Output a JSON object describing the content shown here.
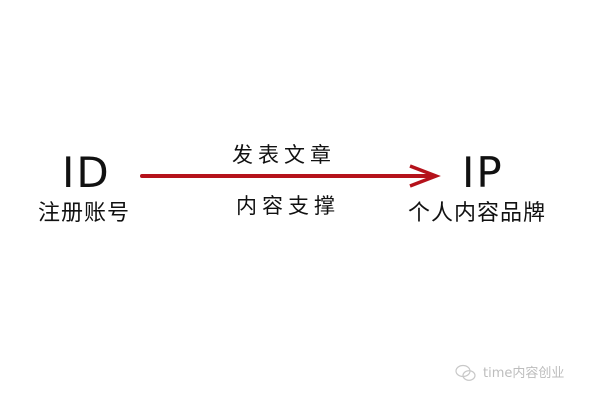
{
  "left": {
    "code": "ID",
    "label": "注册账号"
  },
  "right": {
    "code": "IP",
    "label": "个人内容品牌"
  },
  "arrow": {
    "top_text": "发表文章",
    "bottom_text": "内容支撑",
    "color": "#b5121b"
  },
  "watermark": {
    "text": "time内容创业",
    "icon": "wechat-icon"
  }
}
